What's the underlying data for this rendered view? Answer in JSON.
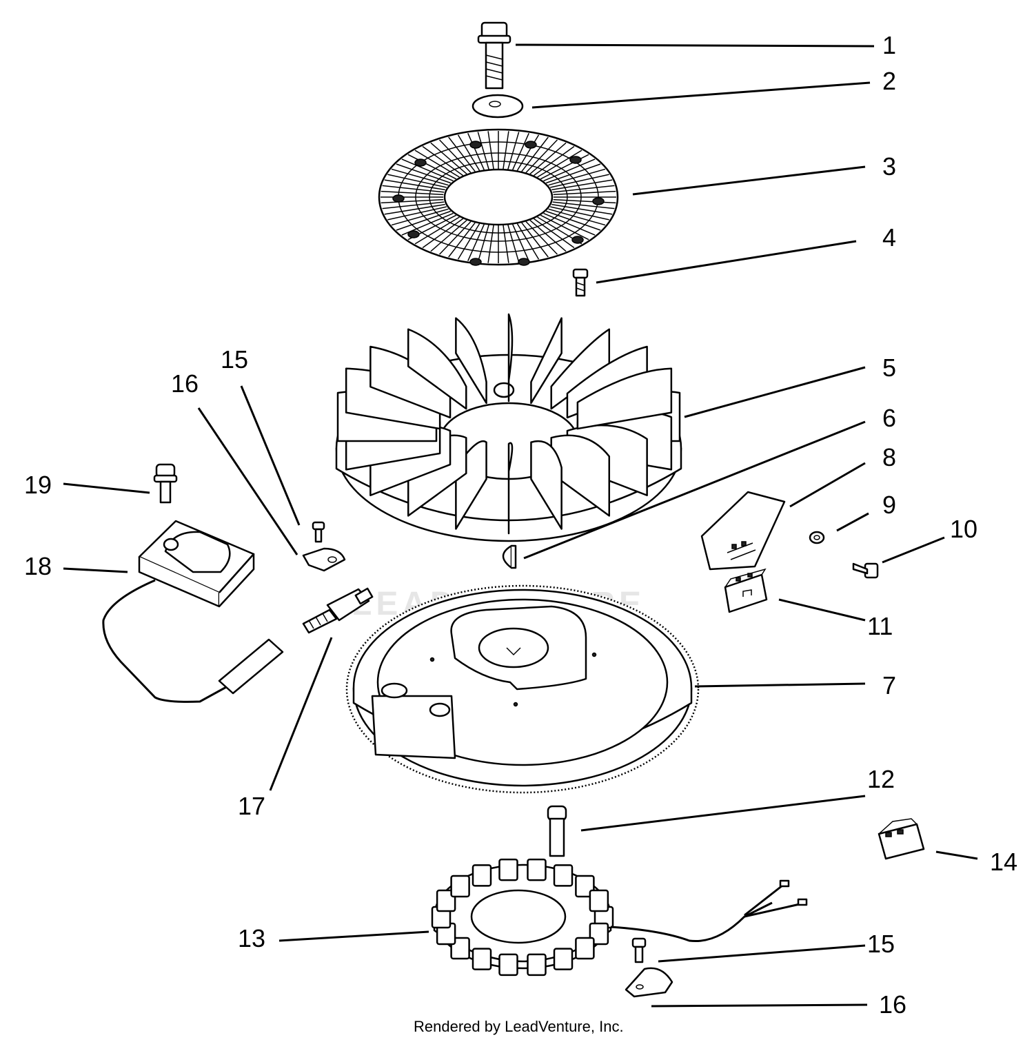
{
  "callouts": {
    "c1": "1",
    "c2": "2",
    "c3": "3",
    "c4": "4",
    "c5": "5",
    "c6": "6",
    "c7": "7",
    "c8": "8",
    "c9": "9",
    "c10": "10",
    "c11": "11",
    "c12": "12",
    "c13": "13",
    "c14": "14",
    "c15a": "15",
    "c15b": "15",
    "c16a": "16",
    "c16b": "16",
    "c17": "17",
    "c18": "18",
    "c19": "19"
  },
  "footer": {
    "credit": "Rendered by LeadVenture, Inc."
  },
  "watermark": {
    "text": "LEADVENTURE"
  },
  "colors": {
    "ink": "#000000",
    "paper": "#ffffff",
    "watermark": "#e6e6e6"
  }
}
